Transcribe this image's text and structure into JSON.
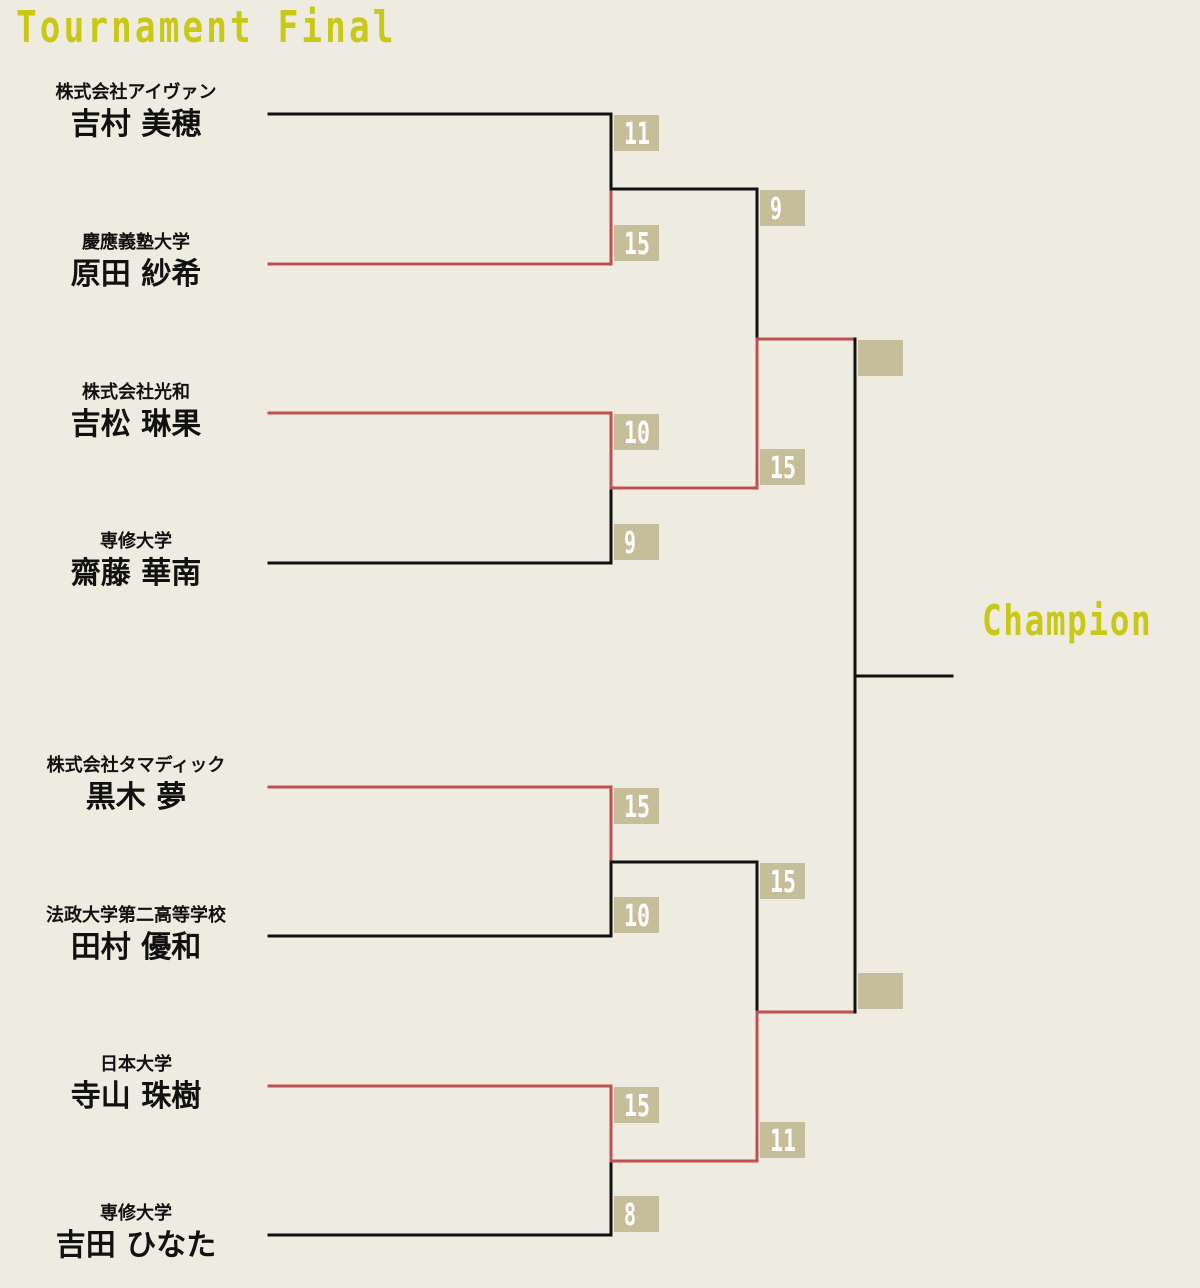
{
  "title": "Tournament Final",
  "champion_label": "Champion",
  "colors": {
    "background": "#eeebe1",
    "winner_line": "#c0504d",
    "loser_line": "#111111",
    "score_box": "#c6bd99",
    "score_text": "#ffffff",
    "heading": "#c9c819"
  },
  "players": [
    {
      "org": "株式会社アイヴァン",
      "name": "吉村 美穂"
    },
    {
      "org": "慶應義塾大学",
      "name": "原田 紗希"
    },
    {
      "org": "株式会社光和",
      "name": "吉松 琳果"
    },
    {
      "org": "専修大学",
      "name": "齋藤 華南"
    },
    {
      "org": "株式会社タマディック",
      "name": "黒木 夢"
    },
    {
      "org": "法政大学第二高等学校",
      "name": "田村 優和"
    },
    {
      "org": "日本大学",
      "name": "寺山 珠樹"
    },
    {
      "org": "専修大学",
      "name": "吉田 ひなた"
    }
  ],
  "round1": [
    {
      "top_score": "11",
      "bottom_score": "15",
      "winner": "bottom"
    },
    {
      "top_score": "10",
      "bottom_score": "9",
      "winner": "top"
    },
    {
      "top_score": "15",
      "bottom_score": "10",
      "winner": "top"
    },
    {
      "top_score": "15",
      "bottom_score": "8",
      "winner": "top"
    }
  ],
  "semifinals": [
    {
      "top_score": "9",
      "bottom_score": "15",
      "winner": "bottom"
    },
    {
      "top_score": "15",
      "bottom_score": "11",
      "winner": "bottom"
    }
  ],
  "final": {
    "top_score": "",
    "bottom_score": ""
  }
}
